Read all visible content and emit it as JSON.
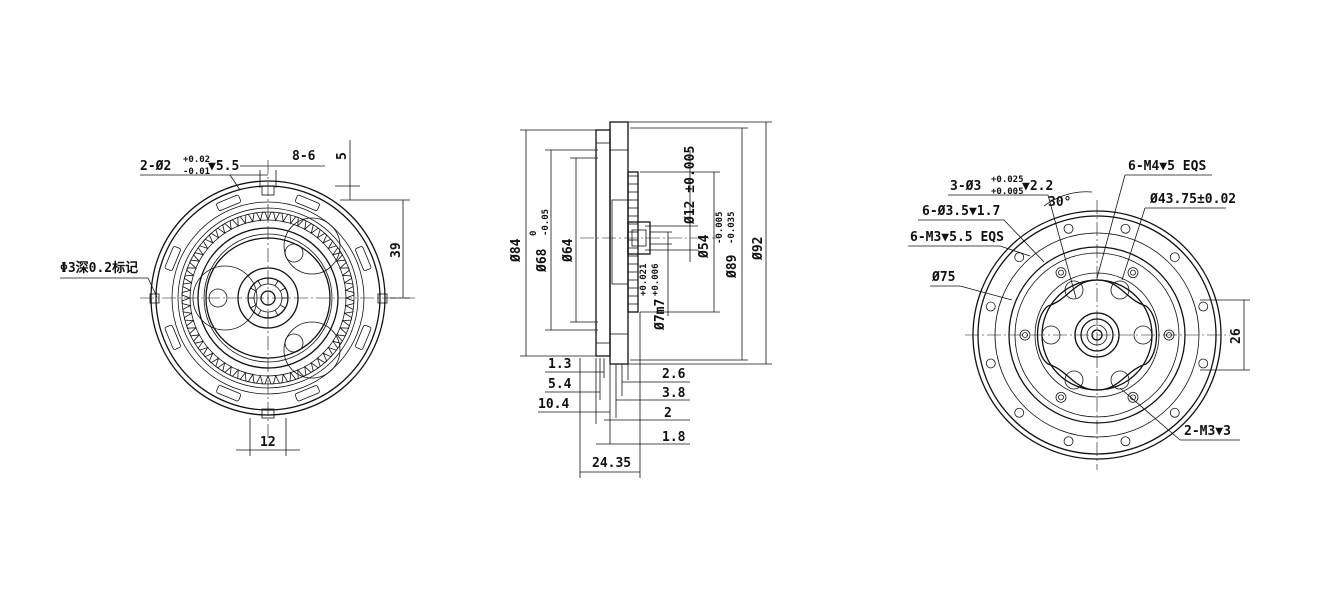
{
  "left_view": {
    "hole_spec": "2-Ø2",
    "hole_tol_upper": "+0.02",
    "hole_tol_lower": "-0.01",
    "hole_depth": "▼5.5",
    "dim_top": "8-6",
    "dim_right_small": "5",
    "dim_right": "39",
    "mark_note": "Φ3深0.2标记",
    "dim_bottom": "12"
  },
  "side_view": {
    "d84": "Ø84",
    "d68": "Ø68",
    "d68_tol_upper": "0",
    "d68_tol_lower": "-0.05",
    "d64": "Ø64",
    "d12": "Ø12 ±0.005",
    "d54": "Ø54",
    "d7": "Ø7m7",
    "d7_tol_upper": "+0.021",
    "d7_tol_lower": "+0.006",
    "d89": "Ø89",
    "d89_tol_upper": "-0.005",
    "d89_tol_lower": "-0.035",
    "d92": "Ø92",
    "w1": "1.3",
    "w2": "5.4",
    "w3": "10.4",
    "w4": "2.6",
    "w5": "3.8",
    "w6": "2",
    "w7": "1.8",
    "w8": "24.35"
  },
  "right_view": {
    "h1": "3-Ø3",
    "h1_tol_upper": "+0.025",
    "h1_tol_lower": "+0.005",
    "h1_depth": "▼2.2",
    "angle": "30°",
    "h2": "6-M4▼5 EQS",
    "h3": "Ø43.75±0.02",
    "h4": "6-Ø3.5▼1.7",
    "h5": "6-M3▼5.5 EQS",
    "h6": "Ø75",
    "dim_right": "26",
    "h7": "2-M3▼3"
  }
}
